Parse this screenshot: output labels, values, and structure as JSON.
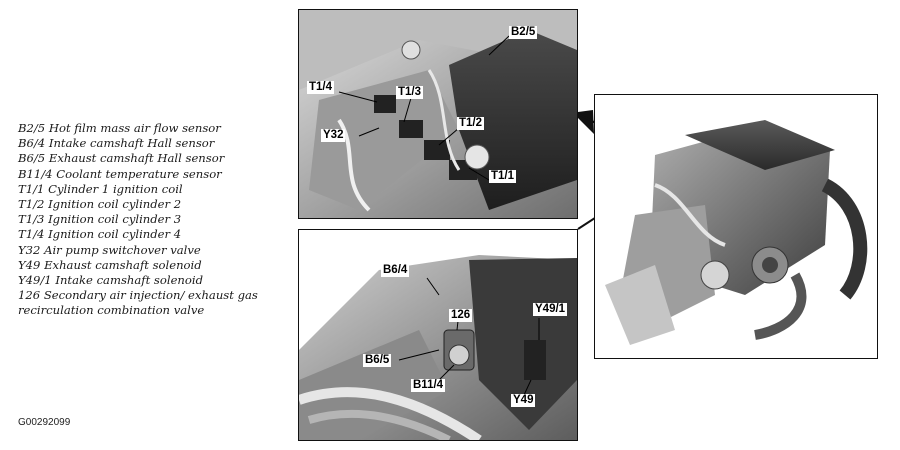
{
  "legend": [
    "B2/5 Hot film mass air flow sensor",
    "B6/4 Intake camshaft Hall sensor",
    "B6/5 Exhaust camshaft Hall sensor",
    "B11/4 Coolant temperature sensor",
    "T1/1 Cylinder 1 ignition coil",
    "T1/2 Ignition coil cylinder 2",
    "T1/3 Ignition coil cylinder 3",
    "T1/4 Ignition coil cylinder 4",
    "Y32 Air pump switchover valve",
    "Y49 Exhaust camshaft solenoid",
    "Y49/1 Intake camshaft solenoid",
    "126 Secondary air injection/ exhaust gas",
    "recirculation combination valve"
  ],
  "figure_id": "G00292099",
  "top_panel_callouts": {
    "b2_5": "B2/5",
    "t1_4": "T1/4",
    "t1_3": "T1/3",
    "y32": "Y32",
    "t1_2": "T1/2",
    "t1_1": "T1/1"
  },
  "bottom_panel_callouts": {
    "b6_4": "B6/4",
    "c126": "126",
    "y49_1": "Y49/1",
    "b6_5": "B6/5",
    "b11_4": "B11/4",
    "y49": "Y49"
  }
}
